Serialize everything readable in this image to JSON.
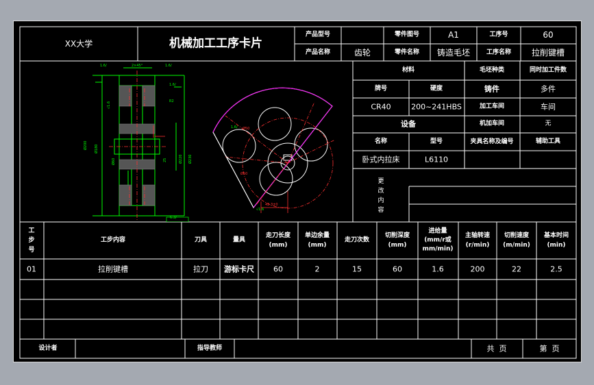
{
  "header": {
    "school": "XX大学",
    "title": "机械加工工序卡片",
    "product_model_label": "产品型号",
    "product_model_value": "",
    "part_drawing_no_label": "零件图号",
    "part_drawing_no_value": "A1",
    "process_no_label": "工序号",
    "process_no_value": "60",
    "product_name_label": "产品名称",
    "product_name_value": "齿轮",
    "part_name_label": "零件名称",
    "part_name_value": "铸造毛坯",
    "process_name_label": "工序名称",
    "process_name_value": "拉削键槽"
  },
  "info": {
    "material_label": "材料",
    "blank_type_label": "毛坯种类",
    "simultaneous_label": "同时加工件数",
    "grade_label": "牌号",
    "hardness_label": "硬度",
    "blank_type_value": "铸件",
    "simultaneous_value": "多件",
    "grade_value": "CR40",
    "hardness_value": "200~241HBS",
    "workshop_label": "加工车间",
    "workshop_value": "车间",
    "equipment_label": "设备",
    "coolant_label": "机加车间",
    "coolant_value": "无",
    "equip_name_label": "名称",
    "equip_model_label": "型号",
    "fixture_label": "夹具名称及编号",
    "aux_tool_label": "辅助工具",
    "equip_name_value": "卧式内拉床",
    "equip_model_value": "L6110",
    "change_label": "更改内容"
  },
  "steps": {
    "headers": {
      "no": "工步号",
      "content": "工步内容",
      "tool": "刀具",
      "gauge": "量具",
      "length": "走刀长度(mm)",
      "allowance": "单边余量(mm)",
      "passes": "走刀次数",
      "depth": "切削深度(mm)",
      "feed": "进给量(mm/r或mm/min)",
      "speed": "主轴转速(r/min)",
      "velocity": "切削速度(m/min)",
      "time": "基本时间(min)"
    },
    "rows": [
      {
        "no": "01",
        "content": "拉削键槽",
        "tool": "拉刀",
        "gauge": "游标卡尺",
        "length": "60",
        "allowance": "2",
        "passes": "15",
        "depth": "60",
        "feed": "1.6",
        "speed": "200",
        "velocity": "22",
        "time": "2.5"
      }
    ]
  },
  "footer": {
    "designer": "设计者",
    "advisor": "指导教师",
    "total_pages": "共  页",
    "page_no": "第  页"
  },
  "colors": {
    "line": "#ffffff",
    "drawing": "#00ff00",
    "dim": "#ff3030",
    "accent": "#ff00ff"
  }
}
